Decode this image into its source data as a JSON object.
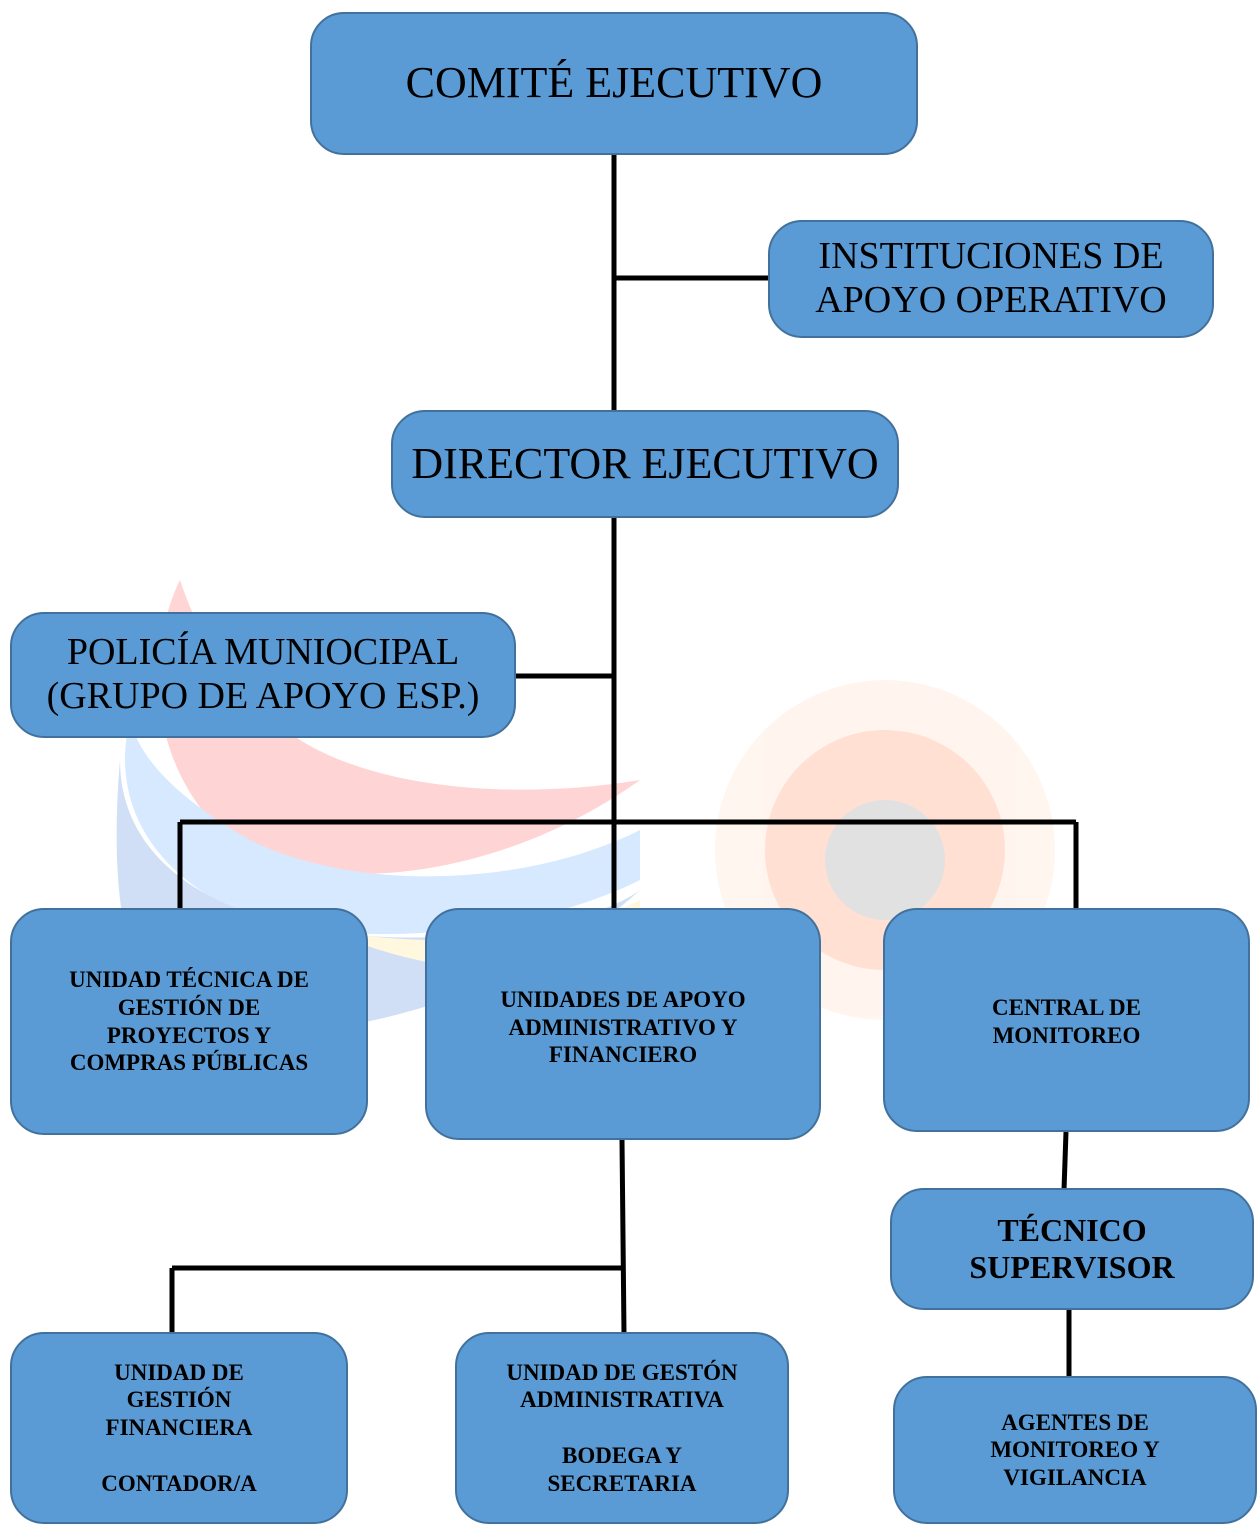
{
  "nodes": {
    "comite": {
      "label": "COMITÉ EJECUTIVO"
    },
    "instituciones": {
      "line1": "INSTITUCIONES DE",
      "line2": "APOYO OPERATIVO"
    },
    "director": {
      "label": "DIRECTOR EJECUTIVO"
    },
    "policia": {
      "line1": "POLICÍA MUNIOCIPAL",
      "line2": "(GRUPO DE APOYO ESP.)"
    },
    "unidad_tecnica": {
      "line1": "UNIDAD TÉCNICA DE",
      "line2": "GESTIÓN DE",
      "line3": "PROYECTOS Y",
      "line4": "COMPRAS PÚBLICAS"
    },
    "unidades_apoyo": {
      "line1": "UNIDADES DE APOYO",
      "line2": "ADMINISTRATIVO Y",
      "line3": "FINANCIERO"
    },
    "central": {
      "line1": "CENTRAL DE",
      "line2": "MONITOREO"
    },
    "tecnico": {
      "line1": "TÉCNICO",
      "line2": "SUPERVISOR"
    },
    "gestion_financiera": {
      "line1": "UNIDAD DE",
      "line2": "GESTIÓN",
      "line3": "FINANCIERA",
      "line4": "CONTADOR/A"
    },
    "gestion_administrativa": {
      "line1": "UNIDAD DE GESTÓN",
      "line2": "ADMINISTRATIVA",
      "line3": "BODEGA Y",
      "line4": "SECRETARIA"
    },
    "agentes": {
      "line1": "AGENTES DE",
      "line2": "MONITOREO Y",
      "line3": "VIGILANCIA"
    }
  },
  "colors": {
    "box_fill": "#5b9bd5",
    "box_border": "#41719c",
    "connector": "#000000"
  }
}
